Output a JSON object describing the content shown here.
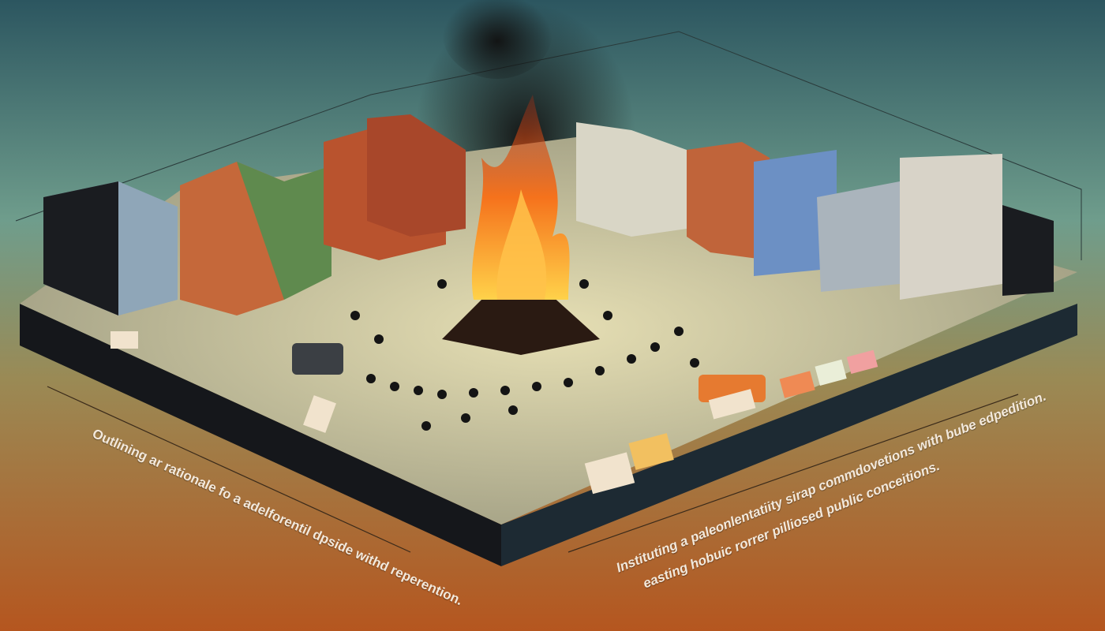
{
  "captions": {
    "left": "Outlining ar rationale fo a adelforentil dpside withd reperention.",
    "right_line1": "Instituting a paleonlentatiity sirap commdovetions with bube edpedition.",
    "right_line2": "easting hobuic rorrer pilliosed public conceitions."
  },
  "colors": {
    "sky_top": "#2f5a63",
    "sky_mid": "#7fa890",
    "ground_bottom": "#b55a22",
    "fire": "#f27a1e",
    "smoke": "#1a1a1a"
  }
}
